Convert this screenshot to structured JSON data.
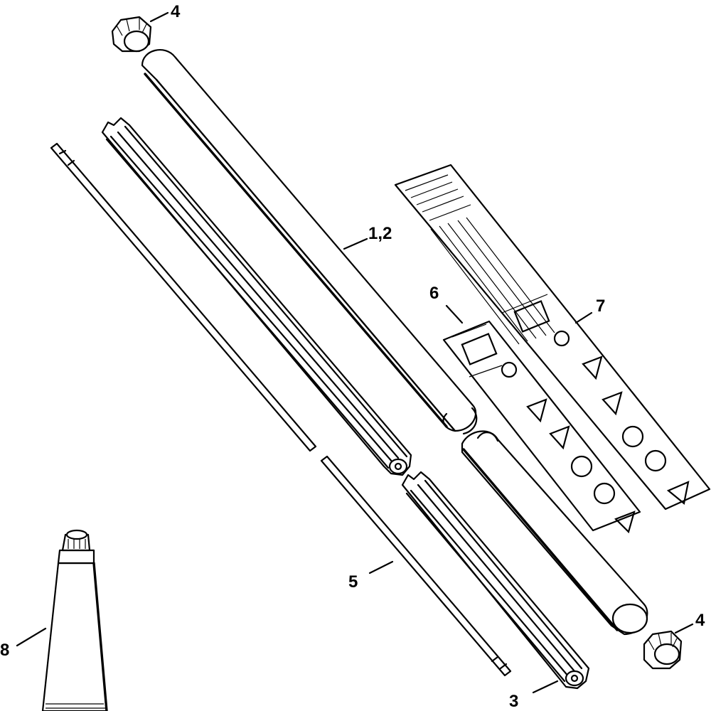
{
  "callouts": {
    "c4_top": "4",
    "c12": "1,2",
    "c7": "7",
    "c6": "6",
    "c5": "5",
    "c4_bottom": "4",
    "c8": "8",
    "c3": "3"
  },
  "colors": {
    "ink": "#000000",
    "paper": "#ffffff"
  }
}
